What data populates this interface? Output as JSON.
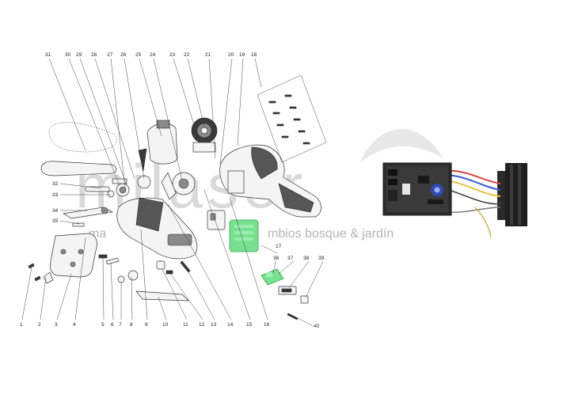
{
  "watermark": {
    "brand": "milaser",
    "tagline": "maquinaria y recambios bosque & jardín",
    "tagline_left": "ma",
    "tagline_right": "mbios bosque & jardín"
  },
  "highlight_color": "#5fdc7d",
  "callouts": [
    {
      "n": "31"
    },
    {
      "n": "30"
    },
    {
      "n": "29"
    },
    {
      "n": "28"
    },
    {
      "n": "27"
    },
    {
      "n": "26"
    },
    {
      "n": "25"
    },
    {
      "n": "24"
    },
    {
      "n": "23"
    },
    {
      "n": "22"
    },
    {
      "n": "21"
    },
    {
      "n": "20"
    },
    {
      "n": "19"
    },
    {
      "n": "18"
    },
    {
      "n": "32"
    },
    {
      "n": "33"
    },
    {
      "n": "34"
    },
    {
      "n": "35"
    },
    {
      "n": "17"
    },
    {
      "n": "36"
    },
    {
      "n": "37"
    },
    {
      "n": "38"
    },
    {
      "n": "39"
    },
    {
      "n": "40"
    },
    {
      "n": "1"
    },
    {
      "n": "2"
    },
    {
      "n": "3"
    },
    {
      "n": "4"
    },
    {
      "n": "5"
    },
    {
      "n": "6"
    },
    {
      "n": "7"
    },
    {
      "n": "8"
    },
    {
      "n": "9"
    },
    {
      "n": "10"
    },
    {
      "n": "11"
    },
    {
      "n": "12"
    },
    {
      "n": "13"
    },
    {
      "n": "14"
    },
    {
      "n": "15"
    },
    {
      "n": "16"
    }
  ]
}
